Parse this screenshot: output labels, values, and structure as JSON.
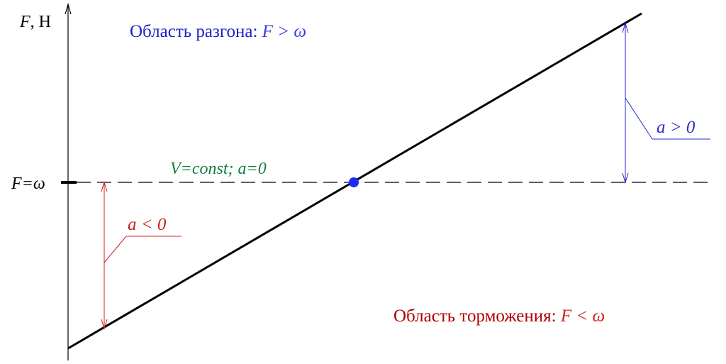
{
  "axis": {
    "y_label_var": "F",
    "y_label_unit": ", Н",
    "level_label": "F=ω"
  },
  "regions": {
    "acceleration": {
      "text": "Область разгона: ",
      "condition": "F > ω"
    },
    "braking": {
      "text": "Область торможения: ",
      "condition": "F < ω"
    }
  },
  "equilibrium_label": "V=const; a=0",
  "accel_label": "a > 0",
  "decel_label": "a < 0",
  "colors": {
    "black": "#000000",
    "blue": "#2020c8",
    "red": "#c00000",
    "green": "#108040",
    "point": "#1a2bff"
  }
}
